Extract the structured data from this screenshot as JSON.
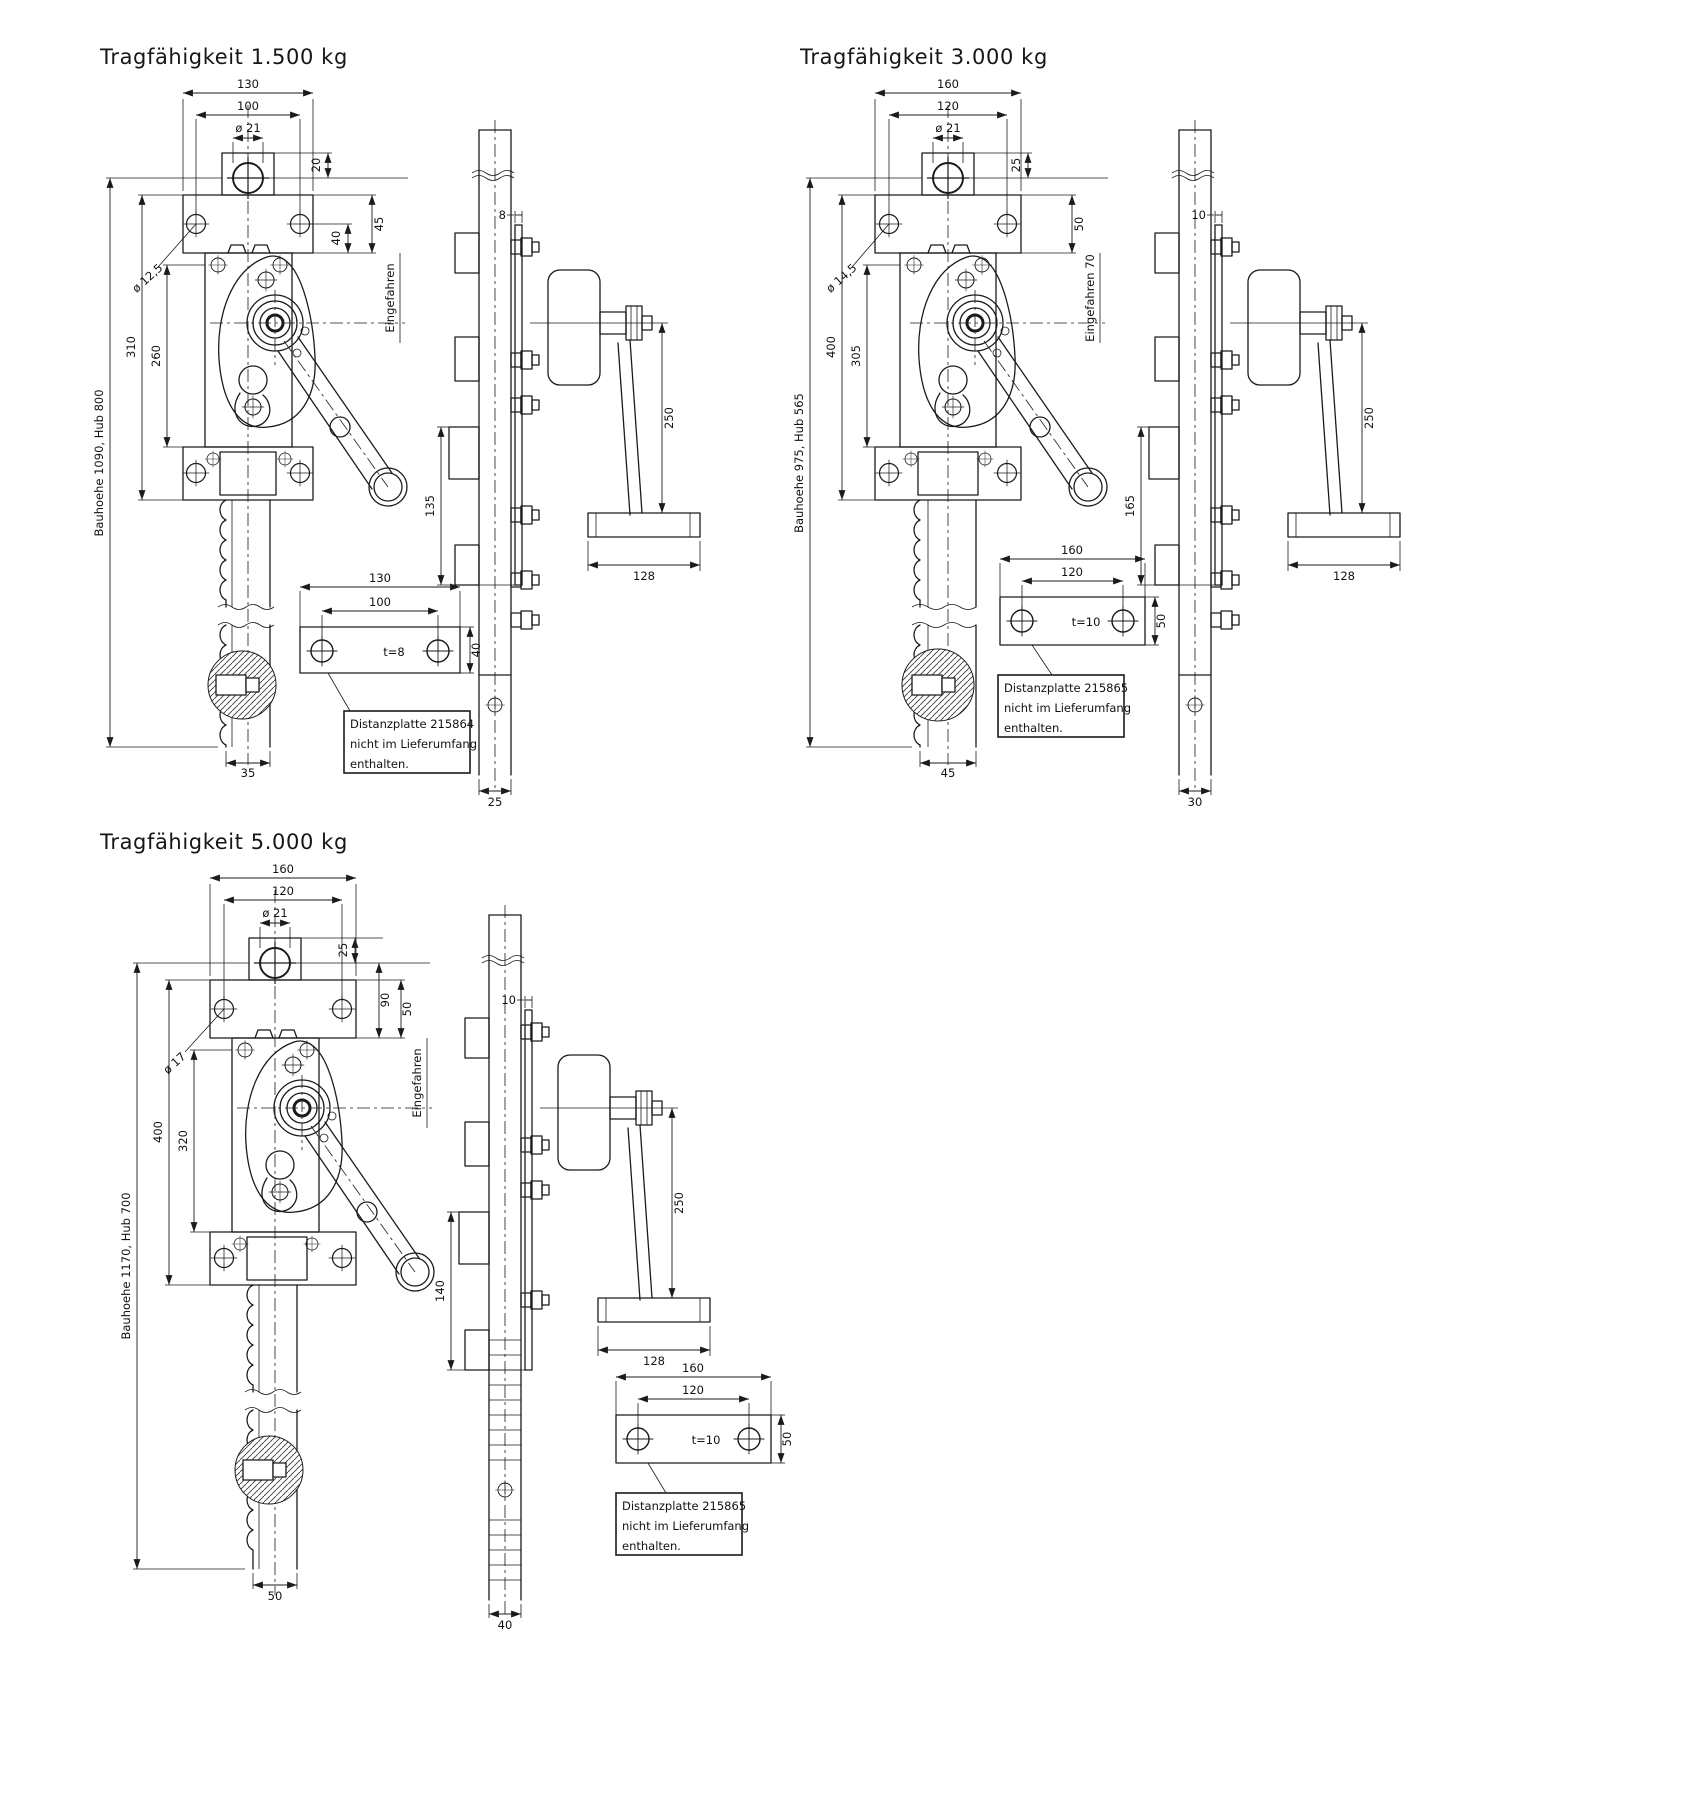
{
  "sheet": {
    "background": "#ffffff",
    "ink": "#1b1b1b"
  },
  "drawings": [
    {
      "title": "Tragfähigkeit 1.500 kg",
      "front": {
        "dim_width_outer": "130",
        "dim_width_inner": "100",
        "dim_hole_dia": "ø 21",
        "dim_hole_offset": "20",
        "dim_flange_height": "45",
        "dim_aux": "40",
        "label_eingefahren": "Eingefahren",
        "dim_plate_hole_dia": "ø 12,5",
        "dim_height_inner": "260",
        "dim_height_outer": "310",
        "label_bauhoehe": "Bauhoehe 1090, Hub 800",
        "dim_rack_width": "35"
      },
      "side": {
        "dim_plate_thickness": "8",
        "dim_span": "135",
        "dim_crank_radius": "250",
        "dim_handle_length": "128",
        "dim_rack_depth": "25"
      },
      "spacer": {
        "dim_width_outer": "130",
        "dim_width_inner": "100",
        "label_thickness": "t=8",
        "dim_height": "40"
      },
      "note_lines": [
        "Distanzplatte 215864",
        "nicht im Lieferumfang",
        "enthalten."
      ]
    },
    {
      "title": "Tragfähigkeit 3.000 kg",
      "front": {
        "dim_width_outer": "160",
        "dim_width_inner": "120",
        "dim_hole_dia": "ø 21",
        "dim_hole_offset": "25",
        "dim_flange_height": "50",
        "label_eingefahren": "Eingefahren 70",
        "dim_plate_hole_dia": "ø 14,5",
        "dim_height_inner": "305",
        "dim_height_outer": "400",
        "label_bauhoehe": "Bauhoehe 975, Hub 565",
        "dim_rack_width": "45"
      },
      "side": {
        "dim_plate_thickness": "10",
        "dim_span": "165",
        "dim_crank_radius": "250",
        "dim_handle_length": "128",
        "dim_rack_depth": "30"
      },
      "spacer": {
        "dim_width_outer": "160",
        "dim_width_inner": "120",
        "label_thickness": "t=10",
        "dim_height": "50"
      },
      "note_lines": [
        "Distanzplatte 215865",
        "nicht im Lieferumfang",
        "enthalten."
      ]
    },
    {
      "title": "Tragfähigkeit 5.000 kg",
      "front": {
        "dim_width_outer": "160",
        "dim_width_inner": "120",
        "dim_hole_dia": "ø 21",
        "dim_hole_offset": "25",
        "dim_aux": "90",
        "dim_flange_height": "50",
        "label_eingefahren": "Eingefahren",
        "dim_plate_hole_dia": "ø 17",
        "dim_height_inner": "320",
        "dim_height_outer": "400",
        "label_bauhoehe": "Bauhoehe 1170, Hub 700",
        "dim_rack_width": "50"
      },
      "side": {
        "dim_plate_thickness": "10",
        "dim_span": "140",
        "dim_crank_radius": "250",
        "dim_handle_length": "128",
        "dim_rack_depth": "40"
      },
      "spacer": {
        "dim_width_outer": "160",
        "dim_width_inner": "120",
        "label_thickness": "t=10",
        "dim_height": "50"
      },
      "note_lines": [
        "Distanzplatte 215865",
        "nicht im Lieferumfang",
        "enthalten."
      ]
    }
  ]
}
